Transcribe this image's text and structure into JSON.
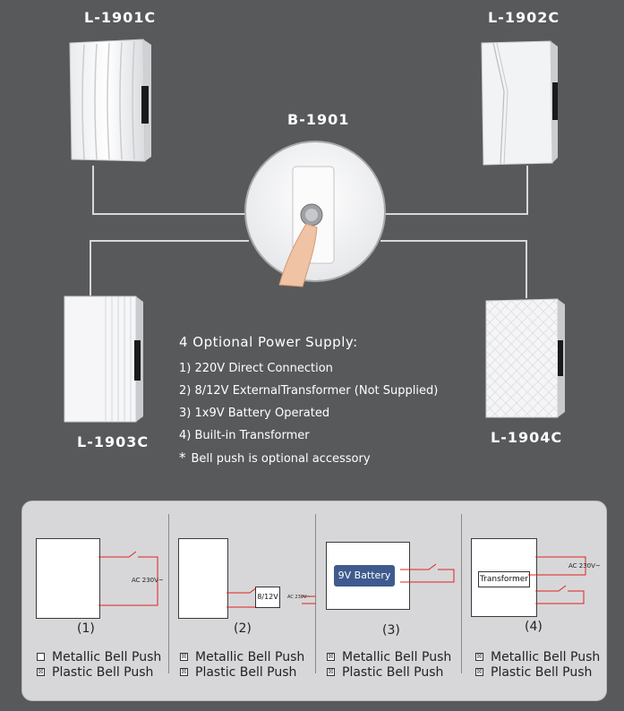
{
  "models": {
    "top_left": "L-1901C",
    "top_right": "L-1902C",
    "center": "B-1901",
    "bottom_left": "L-1903C",
    "bottom_right": "L-1904C"
  },
  "power": {
    "title": "4 Optional Power Supply:",
    "items": [
      "1) 220V Direct Connection",
      "2) 8/12V ExternalTransformer (Not Supplied)",
      "3) 1x9V Battery Operated",
      "4) Built-in Transformer"
    ],
    "note_mark": "*",
    "note": "Bell push is optional accessory"
  },
  "diagrams": [
    {
      "number": "(1)",
      "ac_label": "AC 230V~",
      "legend": [
        {
          "mark": "",
          "label": "Metallic Bell Push"
        },
        {
          "mark": "☒",
          "label": "Plastic Bell Push"
        }
      ]
    },
    {
      "number": "(2)",
      "trans_label": "8/12V",
      "ac_label": "AC 230V~",
      "legend": [
        {
          "mark": "☒",
          "label": "Metallic Bell Push"
        },
        {
          "mark": "☒",
          "label": "Plastic Bell Push"
        }
      ]
    },
    {
      "number": "(3)",
      "battery_label": "9V Battery",
      "legend": [
        {
          "mark": "☒",
          "label": "Metallic Bell Push"
        },
        {
          "mark": "☒",
          "label": "Plastic Bell Push"
        }
      ]
    },
    {
      "number": "(4)",
      "transformer_label": "Transformer",
      "ac_label": "AC 230V~",
      "legend": [
        {
          "mark": "☒",
          "label": "Metallic Bell Push"
        },
        {
          "mark": "☒",
          "label": "Plastic Bell Push"
        }
      ]
    }
  ],
  "colors": {
    "background": "#58595b",
    "panel": "#d7d7d9",
    "wire": "#e02020",
    "battery": "#3f5a8e"
  }
}
